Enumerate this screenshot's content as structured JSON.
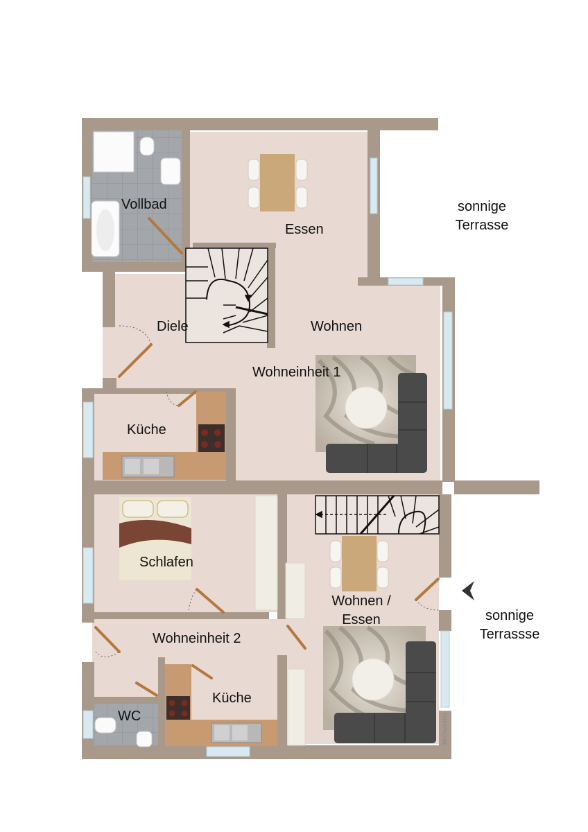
{
  "rooms": {
    "vollbad": "Vollbad",
    "essen": "Essen",
    "diele": "Diele",
    "wohnen": "Wohnen",
    "wohneinheit1": "Wohneinheit 1",
    "kueche1": "Küche",
    "schlafen": "Schlafen",
    "wohnen_essen_line1": "Wohnen /",
    "wohnen_essen_line2": "Essen",
    "wohneinheit2": "Wohneinheit 2",
    "kueche2": "Küche",
    "wc": "WC"
  },
  "outside": {
    "terrace1_line1": "sonnige",
    "terrace1_line2": "Terrasse",
    "terrace2_line1": "sonnige",
    "terrace2_line2": "Terrassse"
  },
  "watermark": "McGrandriss",
  "colors": {
    "wall": "#a8998a",
    "floor": "#e8d9d2",
    "tile": "#9c9fa3",
    "counter": "#c79a72",
    "sofa": "#4a4a4a",
    "door": "#b5773e",
    "window": "#cfe3ea"
  }
}
